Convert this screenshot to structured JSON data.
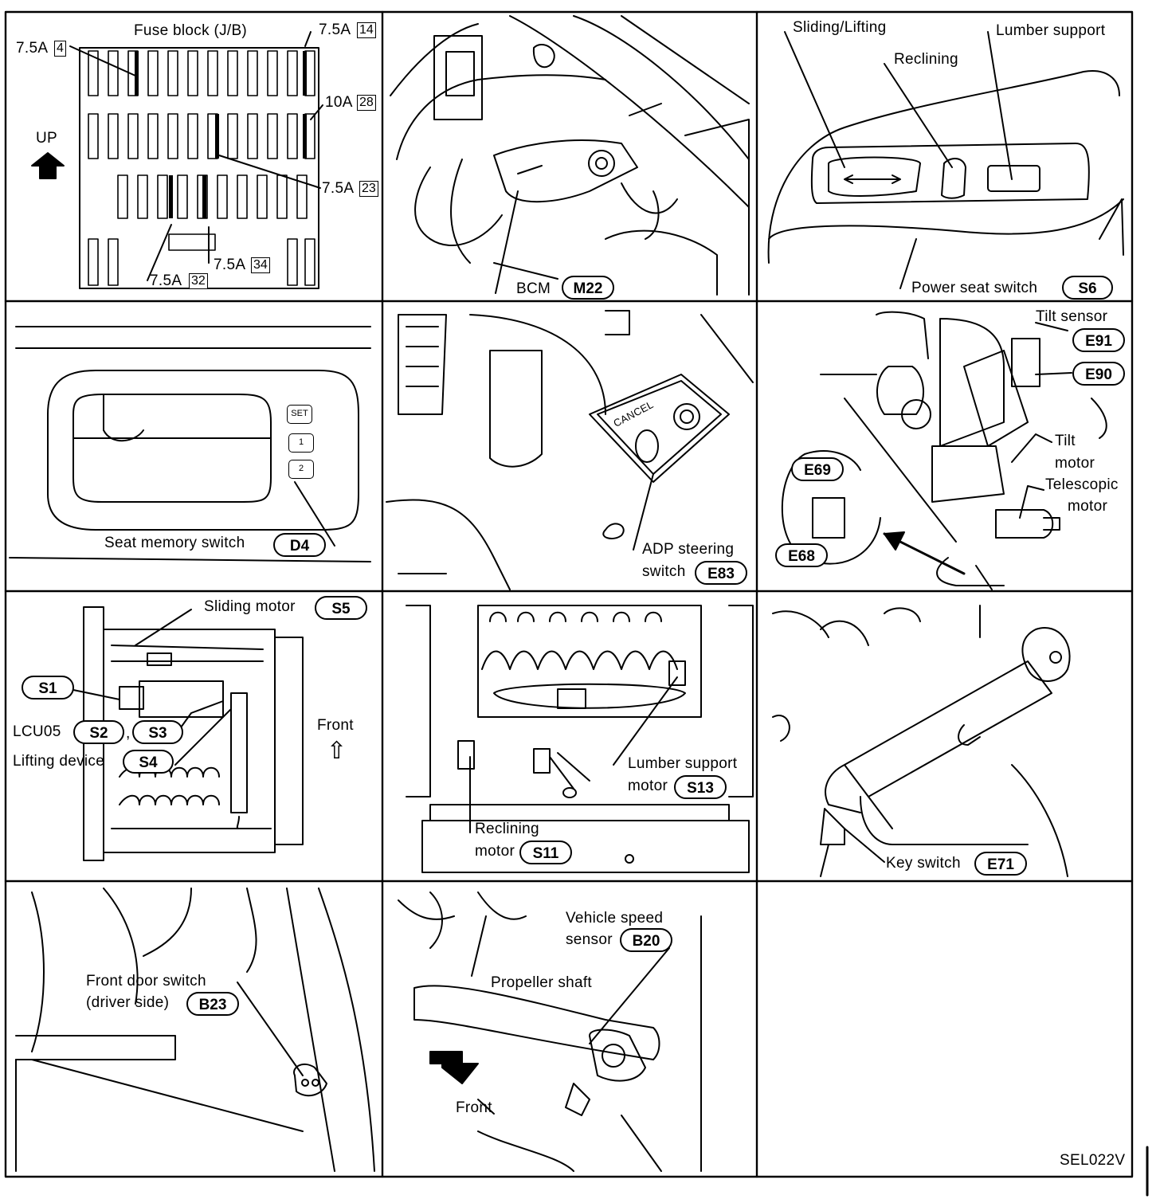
{
  "fuse_block": {
    "title": "Fuse block (J/B)",
    "up_label": "UP",
    "fuses": [
      {
        "amp": "7.5A",
        "num": "4"
      },
      {
        "amp": "7.5A",
        "num": "14"
      },
      {
        "amp": "10A",
        "num": "28"
      },
      {
        "amp": "7.5A",
        "num": "23"
      },
      {
        "amp": "7.5A",
        "num": "34"
      },
      {
        "amp": "7.5A",
        "num": "32"
      }
    ]
  },
  "bcm": {
    "label": "BCM",
    "connector": "M22"
  },
  "power_seat": {
    "sliding_lifting": "Sliding/Lifting",
    "reclining": "Reclining",
    "lumber_support": "Lumber support",
    "switch_label": "Power seat switch",
    "connector": "S6"
  },
  "seat_memory": {
    "buttons": [
      "SET",
      "1",
      "2"
    ],
    "label": "Seat memory switch",
    "connector": "D4"
  },
  "adp_steering": {
    "cancel_text": "CANCEL",
    "label_line1": "ADP steering",
    "label_line2": "switch",
    "connector": "E83"
  },
  "tilt": {
    "tilt_sensor": "Tilt sensor",
    "conn_e91": "E91",
    "conn_e90": "E90",
    "tilt_motor_1": "Tilt",
    "tilt_motor_2": "motor",
    "telescopic_1": "Telescopic",
    "telescopic_2": "motor",
    "conn_e69": "E69",
    "conn_e68": "E68"
  },
  "seat_motors": {
    "sliding_motor": "Sliding motor",
    "conn_s5": "S5",
    "conn_s1": "S1",
    "lcu_label": "LCU05",
    "conn_s2": "S2",
    "comma": ",",
    "conn_s3": "S3",
    "lifting_device": "Lifting device",
    "conn_s4": "S4",
    "front_label": "Front"
  },
  "seat_back": {
    "lumber_motor_1": "Lumber support",
    "lumber_motor_2": "motor",
    "conn_s13": "S13",
    "reclining_1": "Reclining",
    "reclining_2": "motor",
    "conn_s11": "S11"
  },
  "key_switch": {
    "label": "Key switch",
    "connector": "E71"
  },
  "door_switch": {
    "line1": "Front door switch",
    "line2": "(driver side)",
    "connector": "B23"
  },
  "speed_sensor": {
    "line1": "Vehicle speed",
    "line2": "sensor",
    "connector": "B20",
    "propeller": "Propeller shaft",
    "front_label": "Front"
  },
  "figure_code": "SEL022V"
}
